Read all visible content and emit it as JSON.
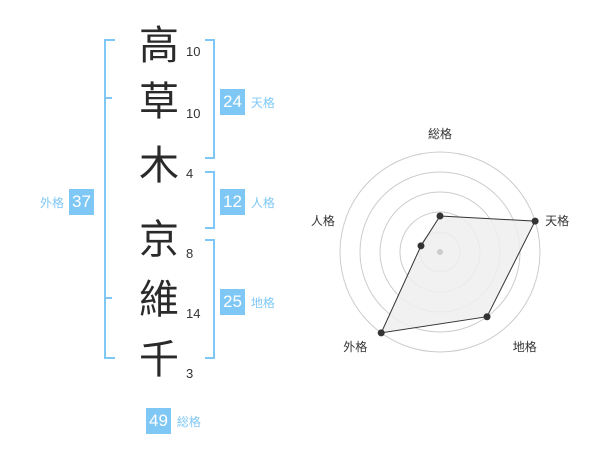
{
  "name": [
    {
      "char": "高",
      "strokes": "10"
    },
    {
      "char": "草",
      "strokes": "10"
    },
    {
      "char": "木",
      "strokes": "4"
    },
    {
      "char": "京",
      "strokes": "8"
    },
    {
      "char": "維",
      "strokes": "14"
    },
    {
      "char": "千",
      "strokes": "3"
    }
  ],
  "kakusuu": {
    "tenkaku": {
      "label": "天格",
      "value": "24"
    },
    "jinkaku": {
      "label": "人格",
      "value": "12"
    },
    "chikaku": {
      "label": "地格",
      "value": "25"
    },
    "gaikaku": {
      "label": "外格",
      "value": "37"
    },
    "soukaku": {
      "label": "総格",
      "value": "49"
    }
  },
  "colors": {
    "accent": "#7fc8f5",
    "text": "#2a2a2a",
    "grid": "#cccccc",
    "fill": "#eeeeee"
  },
  "radar": {
    "labels": [
      "総格",
      "天格",
      "地格",
      "外格",
      "人格"
    ],
    "levels": 5,
    "max": 5,
    "values": [
      1.8,
      5,
      4,
      5,
      1
    ]
  }
}
